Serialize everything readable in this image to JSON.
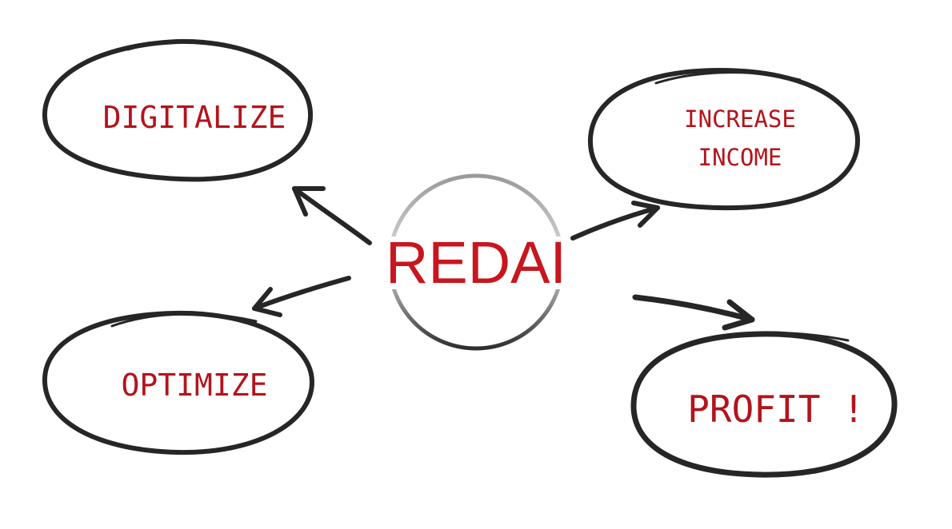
{
  "center": {
    "label": "REDAI",
    "color": "#c8161f"
  },
  "nodes": [
    {
      "id": "digitalize",
      "lines": [
        "DIGITALIZE"
      ]
    },
    {
      "id": "increase-income",
      "lines": [
        "INCREASE",
        "INCOME"
      ]
    },
    {
      "id": "optimize",
      "lines": [
        "OPTIMIZE"
      ]
    },
    {
      "id": "profit",
      "lines": [
        "PROFIT !"
      ]
    }
  ],
  "colors": {
    "text": "#b3141c",
    "stroke": "#262626",
    "ring": "#8a8a8a"
  }
}
